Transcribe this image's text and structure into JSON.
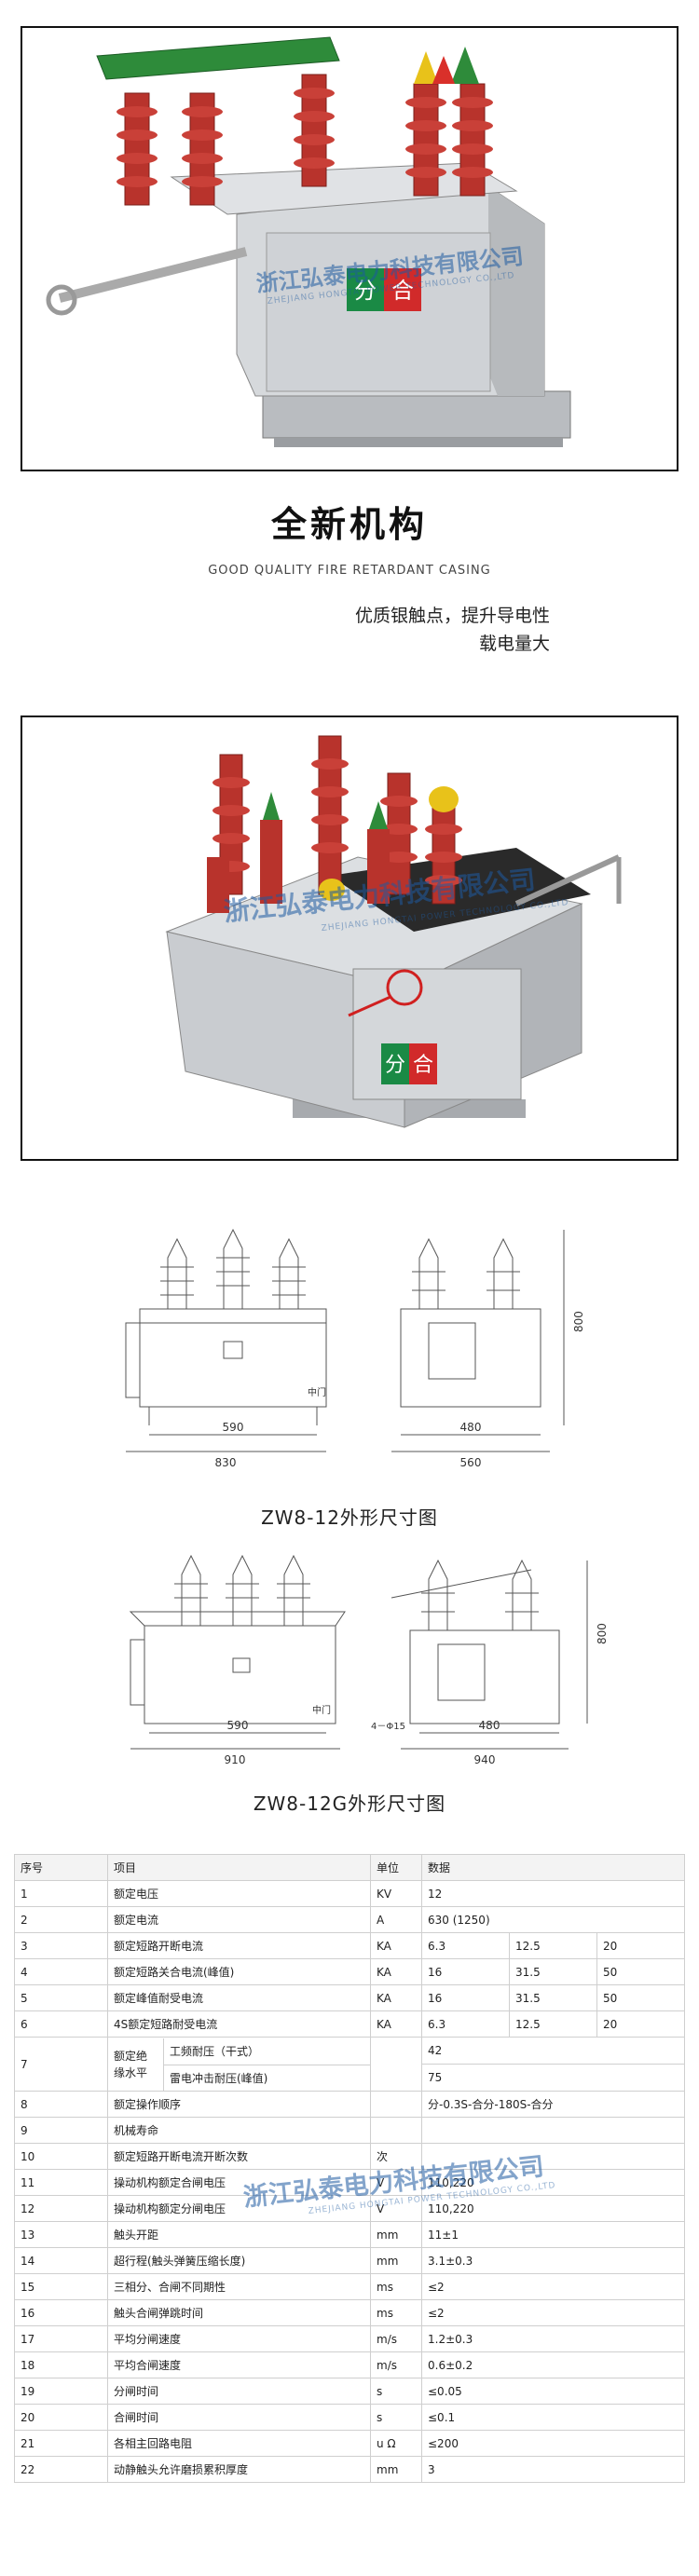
{
  "section": {
    "title_cn": "全新机构",
    "title_en": "GOOD QUALITY FIRE RETARDANT CASING",
    "desc_line1": "优质银触点，提升导电性",
    "desc_line2": "载电量大"
  },
  "watermark": {
    "company": "浙江弘泰电力科技有限公司",
    "company_short": "浙江弘泰电",
    "company_table": "浙江弘泰电力科技有限公司",
    "english_1": "ZHEJIANG HONGTAI POWER TECHNOLOGY CO.,LTD",
    "english_2": "ZHEJIANG HONGTAI POWER TECHNOLOGY CO.,LTD"
  },
  "photo1": {
    "label_fen": "分",
    "label_he": "合"
  },
  "photo2": {
    "label_fen": "分",
    "label_he": "合"
  },
  "drawing1": {
    "caption": "ZW8-12外形尺寸图",
    "dim_590": "590",
    "dim_830": "830",
    "dim_800": "800",
    "dim_480": "480",
    "dim_560": "560",
    "label_zhongmen": "中门"
  },
  "drawing2": {
    "caption": "ZW8-12G外形尺寸图",
    "dim_590": "590",
    "dim_910": "910",
    "dim_800": "800",
    "dim_480": "480",
    "dim_940": "940",
    "dim_holes": "4－Φ15",
    "label_zhongmen": "中门"
  },
  "spec_table": {
    "headers": [
      "序号",
      "项目",
      "单位",
      "数据"
    ],
    "rows": [
      {
        "no": "1",
        "item": "额定电压",
        "unit": "KV",
        "values": [
          "12"
        ]
      },
      {
        "no": "2",
        "item": "额定电流",
        "unit": "A",
        "values": [
          "630 (1250)"
        ]
      },
      {
        "no": "3",
        "item": "额定短路开断电流",
        "unit": "KA",
        "values": [
          "6.3",
          "12.5",
          "20"
        ]
      },
      {
        "no": "4",
        "item": "额定短路关合电流(峰值)",
        "unit": "KA",
        "values": [
          "16",
          "31.5",
          "50"
        ]
      },
      {
        "no": "5",
        "item": "额定峰值耐受电流",
        "unit": "KA",
        "values": [
          "16",
          "31.5",
          "50"
        ]
      },
      {
        "no": "6",
        "item": "4S额定短路耐受电流",
        "unit": "KA",
        "values": [
          "6.3",
          "12.5",
          "20"
        ]
      },
      {
        "no": "8",
        "item": "额定操作顺序",
        "unit": "",
        "values": [
          "分-0.3S-合分-180S-合分"
        ]
      },
      {
        "no": "9",
        "item": "机械寿命",
        "unit": "",
        "values": [
          ""
        ]
      },
      {
        "no": "10",
        "item": "额定短路开断电流开断次数",
        "unit": "次",
        "values": [
          ""
        ]
      },
      {
        "no": "11",
        "item": "操动机构额定合闸电压",
        "unit": "V",
        "values": [
          "110,220"
        ]
      },
      {
        "no": "12",
        "item": "操动机构额定分闸电压",
        "unit": "V",
        "values": [
          "110,220"
        ]
      },
      {
        "no": "13",
        "item": "触头开距",
        "unit": "mm",
        "values": [
          "11±1"
        ]
      },
      {
        "no": "14",
        "item": "超行程(触头弹簧压缩长度)",
        "unit": "mm",
        "values": [
          "3.1±0.3"
        ]
      },
      {
        "no": "15",
        "item": "三相分、合闸不同期性",
        "unit": "ms",
        "values": [
          "≤2"
        ]
      },
      {
        "no": "16",
        "item": "触头合闸弹跳时间",
        "unit": "ms",
        "values": [
          "≤2"
        ]
      },
      {
        "no": "17",
        "item": "平均分闸速度",
        "unit": "m/s",
        "values": [
          "1.2±0.3"
        ]
      },
      {
        "no": "18",
        "item": "平均合闸速度",
        "unit": "m/s",
        "values": [
          "0.6±0.2"
        ]
      },
      {
        "no": "19",
        "item": "分闸时间",
        "unit": "s",
        "values": [
          "≤0.05"
        ]
      },
      {
        "no": "20",
        "item": "合闸时间",
        "unit": "s",
        "values": [
          "≤0.1"
        ]
      },
      {
        "no": "21",
        "item": "各相主回路电阻",
        "unit": "u Ω",
        "values": [
          "≤200"
        ]
      },
      {
        "no": "22",
        "item": "动静触头允许磨损累积厚度",
        "unit": "mm",
        "values": [
          "3"
        ]
      }
    ],
    "row7": {
      "no": "7",
      "group": "额定绝缘水平",
      "sub1": "工频耐压（干式）",
      "sub2": "雷电冲击耐压(峰值)",
      "val1": "42",
      "val2": "75"
    }
  },
  "colors": {
    "insulator_red": "#b8332c",
    "cap_green": "#2e8b3a",
    "cap_yellow": "#e8c21a",
    "steel": "#c9ccd0",
    "watermark_blue": "#1e5aa0"
  }
}
